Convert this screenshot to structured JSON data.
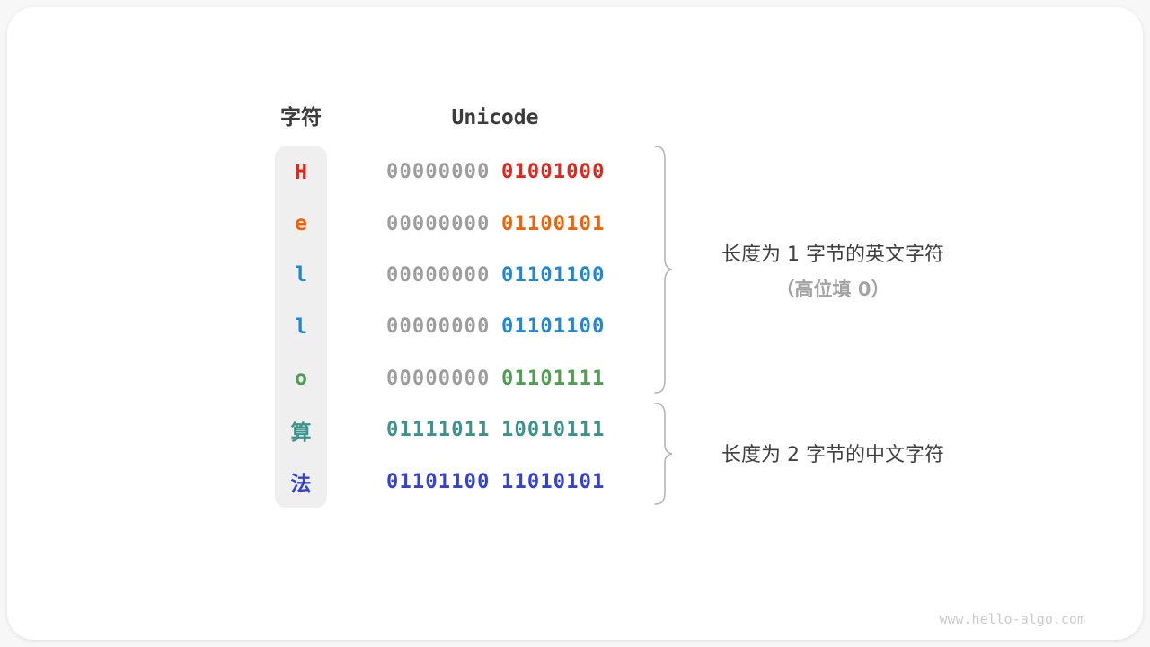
{
  "header": {
    "char": "字符",
    "unicode": "Unicode"
  },
  "rows": [
    {
      "char": "H",
      "color": "#e1261c",
      "byte1": "00000000",
      "byte1_color": "#9d9d9d",
      "byte2": "01001000",
      "byte2_color": "#e1261c"
    },
    {
      "char": "e",
      "color": "#ef6307",
      "byte1": "00000000",
      "byte1_color": "#9d9d9d",
      "byte2": "01100101",
      "byte2_color": "#ef6307"
    },
    {
      "char": "l",
      "color": "#1f87d3",
      "byte1": "00000000",
      "byte1_color": "#9d9d9d",
      "byte2": "01101100",
      "byte2_color": "#1f87d3"
    },
    {
      "char": "l",
      "color": "#1f87d3",
      "byte1": "00000000",
      "byte1_color": "#9d9d9d",
      "byte2": "01101100",
      "byte2_color": "#1f87d3"
    },
    {
      "char": "o",
      "color": "#4f9e53",
      "byte1": "00000000",
      "byte1_color": "#9d9d9d",
      "byte2": "01101111",
      "byte2_color": "#4f9e53"
    },
    {
      "char": "算",
      "color": "#3a948c",
      "byte1": "01111011",
      "byte1_color": "#3a948c",
      "byte2": "10010111",
      "byte2_color": "#3a948c"
    },
    {
      "char": "法",
      "color": "#3441d2",
      "byte1": "01101100",
      "byte1_color": "#3441d2",
      "byte2": "11010101",
      "byte2_color": "#3441d2"
    }
  ],
  "annotations": {
    "english": {
      "line1": "长度为 1 字节的英文字符",
      "line2": "（高位填 0）"
    },
    "chinese": {
      "line1": "长度为 2 字节的中文字符"
    }
  },
  "watermark": "www.hello-algo.com",
  "colors": {
    "gray_bits": "#9d9d9d",
    "brace": "#b6b6b6",
    "column_bg": "#efefef",
    "header_text": "#3c3c3c",
    "annotation_text": "#404040",
    "annotation_sub": "#a3a3a3",
    "watermark": "#cccccc",
    "card_bg": "#ffffff"
  }
}
